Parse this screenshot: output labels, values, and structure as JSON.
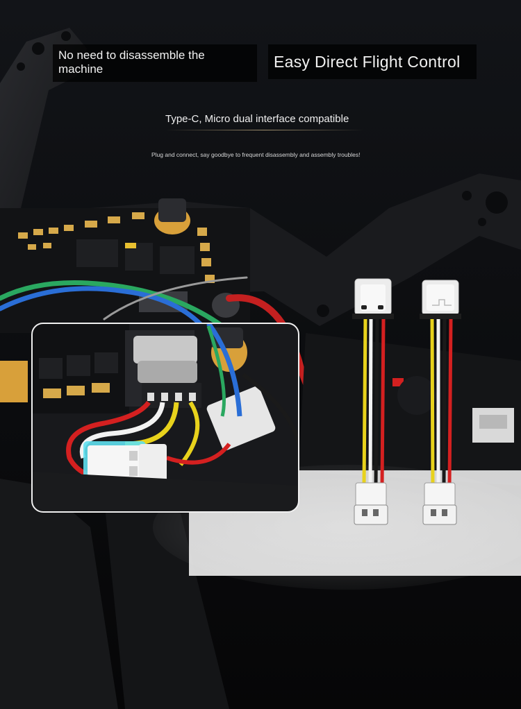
{
  "banners": {
    "left": "No need to disassemble the machine",
    "right": "Easy Direct Flight Control"
  },
  "subtitle": "Type-C, Micro dual interface compatible",
  "caption": "Plug and connect, say goodbye to frequent disassembly and assembly troubles!",
  "colors": {
    "background": "#0b0c0e",
    "frame": "#1c1d20",
    "pad_gold": "#d6a94a",
    "wire_red": "#d42020",
    "wire_yellow": "#e8d21c",
    "wire_white": "#f2f2f2",
    "wire_blue": "#2a6ed6",
    "wire_green": "#2aa860",
    "connector_cyan": "#5fe0f0"
  },
  "icons": [
    "type-c-connector-icon",
    "micro-usb-connector-icon",
    "jst-plug-icon"
  ]
}
